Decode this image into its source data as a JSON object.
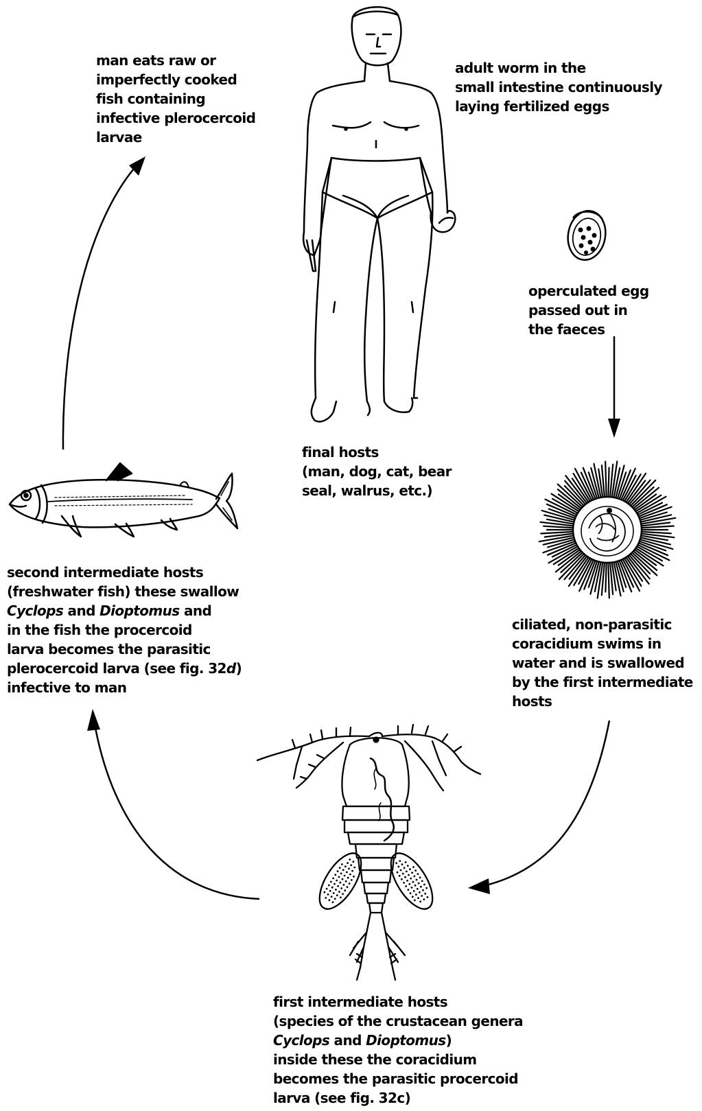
{
  "labels": {
    "man_eats": [
      "man eats raw or",
      "imperfectly cooked",
      "fish containing",
      "infective plerocercoid",
      "larvae"
    ],
    "adult_worm": [
      "adult worm in the",
      "small intestine continuously",
      "laying fertilized eggs"
    ],
    "egg": [
      "operculated egg",
      "passed out in",
      "the faeces"
    ],
    "final_hosts": [
      "final hosts",
      "(man, dog, cat, bear",
      "seal, walrus, etc.)"
    ],
    "second_hosts": {
      "l1": "second intermediate hosts",
      "l2": "(freshwater fish) these swallow",
      "l3_a": "Cyclops",
      "l3_b": " and ",
      "l3_c": "Dioptomus",
      "l3_d": " and",
      "l4": "in the fish the procercoid",
      "l5": "larva becomes the parasitic",
      "l6_a": "plerocercoid larva (see fig. 32",
      "l6_b": "d",
      "l6_c": ")",
      "l7": "infective to man"
    },
    "coracidium": [
      "ciliated, non-parasitic",
      "coracidium swims in",
      "water and is swallowed",
      "by the first intermediate",
      "hosts"
    ],
    "first_hosts": {
      "l1": "first intermediate hosts",
      "l2": "(species of the crustacean genera",
      "l3_a": "Cyclops",
      "l3_b": " and ",
      "l3_c": "Dioptomus",
      "l3_d": ")",
      "l4": "inside these the coracidium",
      "l5": "becomes the parasitic procercoid",
      "l6": "larva (see fig. 32c)"
    }
  },
  "illustrations": {
    "final_host": "human-figure-icon",
    "egg": "operculated-egg-icon",
    "coracidium": "ciliated-coracidium-icon",
    "first_host": "copepod-crustacean-icon",
    "second_host": "freshwater-fish-icon"
  },
  "colors": {
    "ink": "#000000",
    "paper": "#ffffff"
  }
}
